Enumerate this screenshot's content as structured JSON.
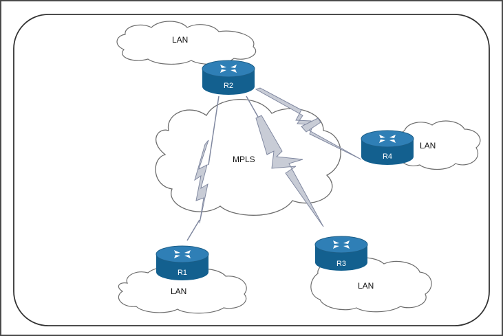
{
  "diagram": {
    "core_cloud_label": "MPLS",
    "routers": [
      {
        "id": "r2",
        "label": "R2"
      },
      {
        "id": "r4",
        "label": "R4"
      },
      {
        "id": "r1",
        "label": "R1"
      },
      {
        "id": "r3",
        "label": "R3"
      }
    ],
    "lans": [
      {
        "id": "lan-r2",
        "label": "LAN"
      },
      {
        "id": "lan-r4",
        "label": "LAN"
      },
      {
        "id": "lan-r1",
        "label": "LAN"
      },
      {
        "id": "lan-r3",
        "label": "LAN"
      }
    ],
    "links": [
      {
        "from": "R2",
        "to": "R1",
        "type": "wan-serial"
      },
      {
        "from": "R2",
        "to": "R3",
        "type": "wan-serial"
      },
      {
        "from": "R2",
        "to": "R4",
        "type": "wan-serial"
      }
    ],
    "colors": {
      "router_top": "#2f7fb6",
      "router_side": "#13608f",
      "link": "#c8ccd6",
      "link_outline": "#8088a0",
      "cloud_fill": "#ffffff",
      "cloud_stroke": "#6d6d6d"
    }
  }
}
